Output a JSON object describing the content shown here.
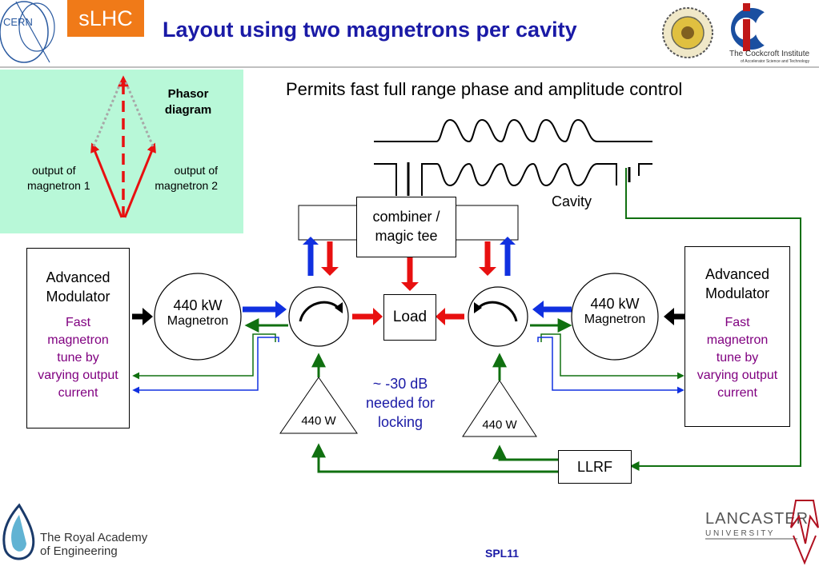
{
  "header": {
    "badge": "sLHC",
    "title": "Layout using two magnetrons per cavity",
    "cern_logo_text": "CERN",
    "cockcroft_name": "The Cockcroft Institute",
    "cockcroft_sub": "of Accelerator Science and Technology"
  },
  "phasor": {
    "title_line1": "Phasor",
    "title_line2": "diagram",
    "left_line1": "output of",
    "left_line2": "magnetron 1",
    "right_line1": "output of",
    "right_line2": "magnetron 2"
  },
  "subtitle": "Permits fast full range phase and amplitude control",
  "cavity_label": "Cavity",
  "combiner_line1": "combiner /",
  "combiner_line2": "magic tee",
  "load_label": "Load",
  "left_modulator": {
    "title_line1": "Advanced",
    "title_line2": "Modulator",
    "note_lines": [
      "Fast",
      "magnetron",
      "tune by",
      "varying output",
      "current"
    ]
  },
  "right_modulator": {
    "title_line1": "Advanced",
    "title_line2": "Modulator",
    "note_lines": [
      "Fast",
      "magnetron",
      "tune by",
      "varying output",
      "current"
    ]
  },
  "left_magnetron": {
    "power": "440 kW",
    "name": "Magnetron"
  },
  "right_magnetron": {
    "power": "440 kW",
    "name": "Magnetron"
  },
  "left_amp": "440 W",
  "right_amp": "440 W",
  "locking_note": {
    "line1": "~ -30 dB",
    "line2": "needed for",
    "line3": "locking"
  },
  "llrf_label": "LLRF",
  "footer": {
    "rae_line1": "The Royal Academy",
    "rae_line2": "of Engineering",
    "page_label": "SPL11",
    "lancaster_line1": "LANCASTER",
    "lancaster_line2": "U N I V E R S I T Y"
  },
  "colors": {
    "title_blue": "#1a1aa6",
    "badge_orange": "#f07a18",
    "phasor_green": "#b8f8d8",
    "arrow_red": "#e81010",
    "arrow_blue": "#1030e0",
    "line_green": "#107010",
    "note_purple": "#800080"
  }
}
